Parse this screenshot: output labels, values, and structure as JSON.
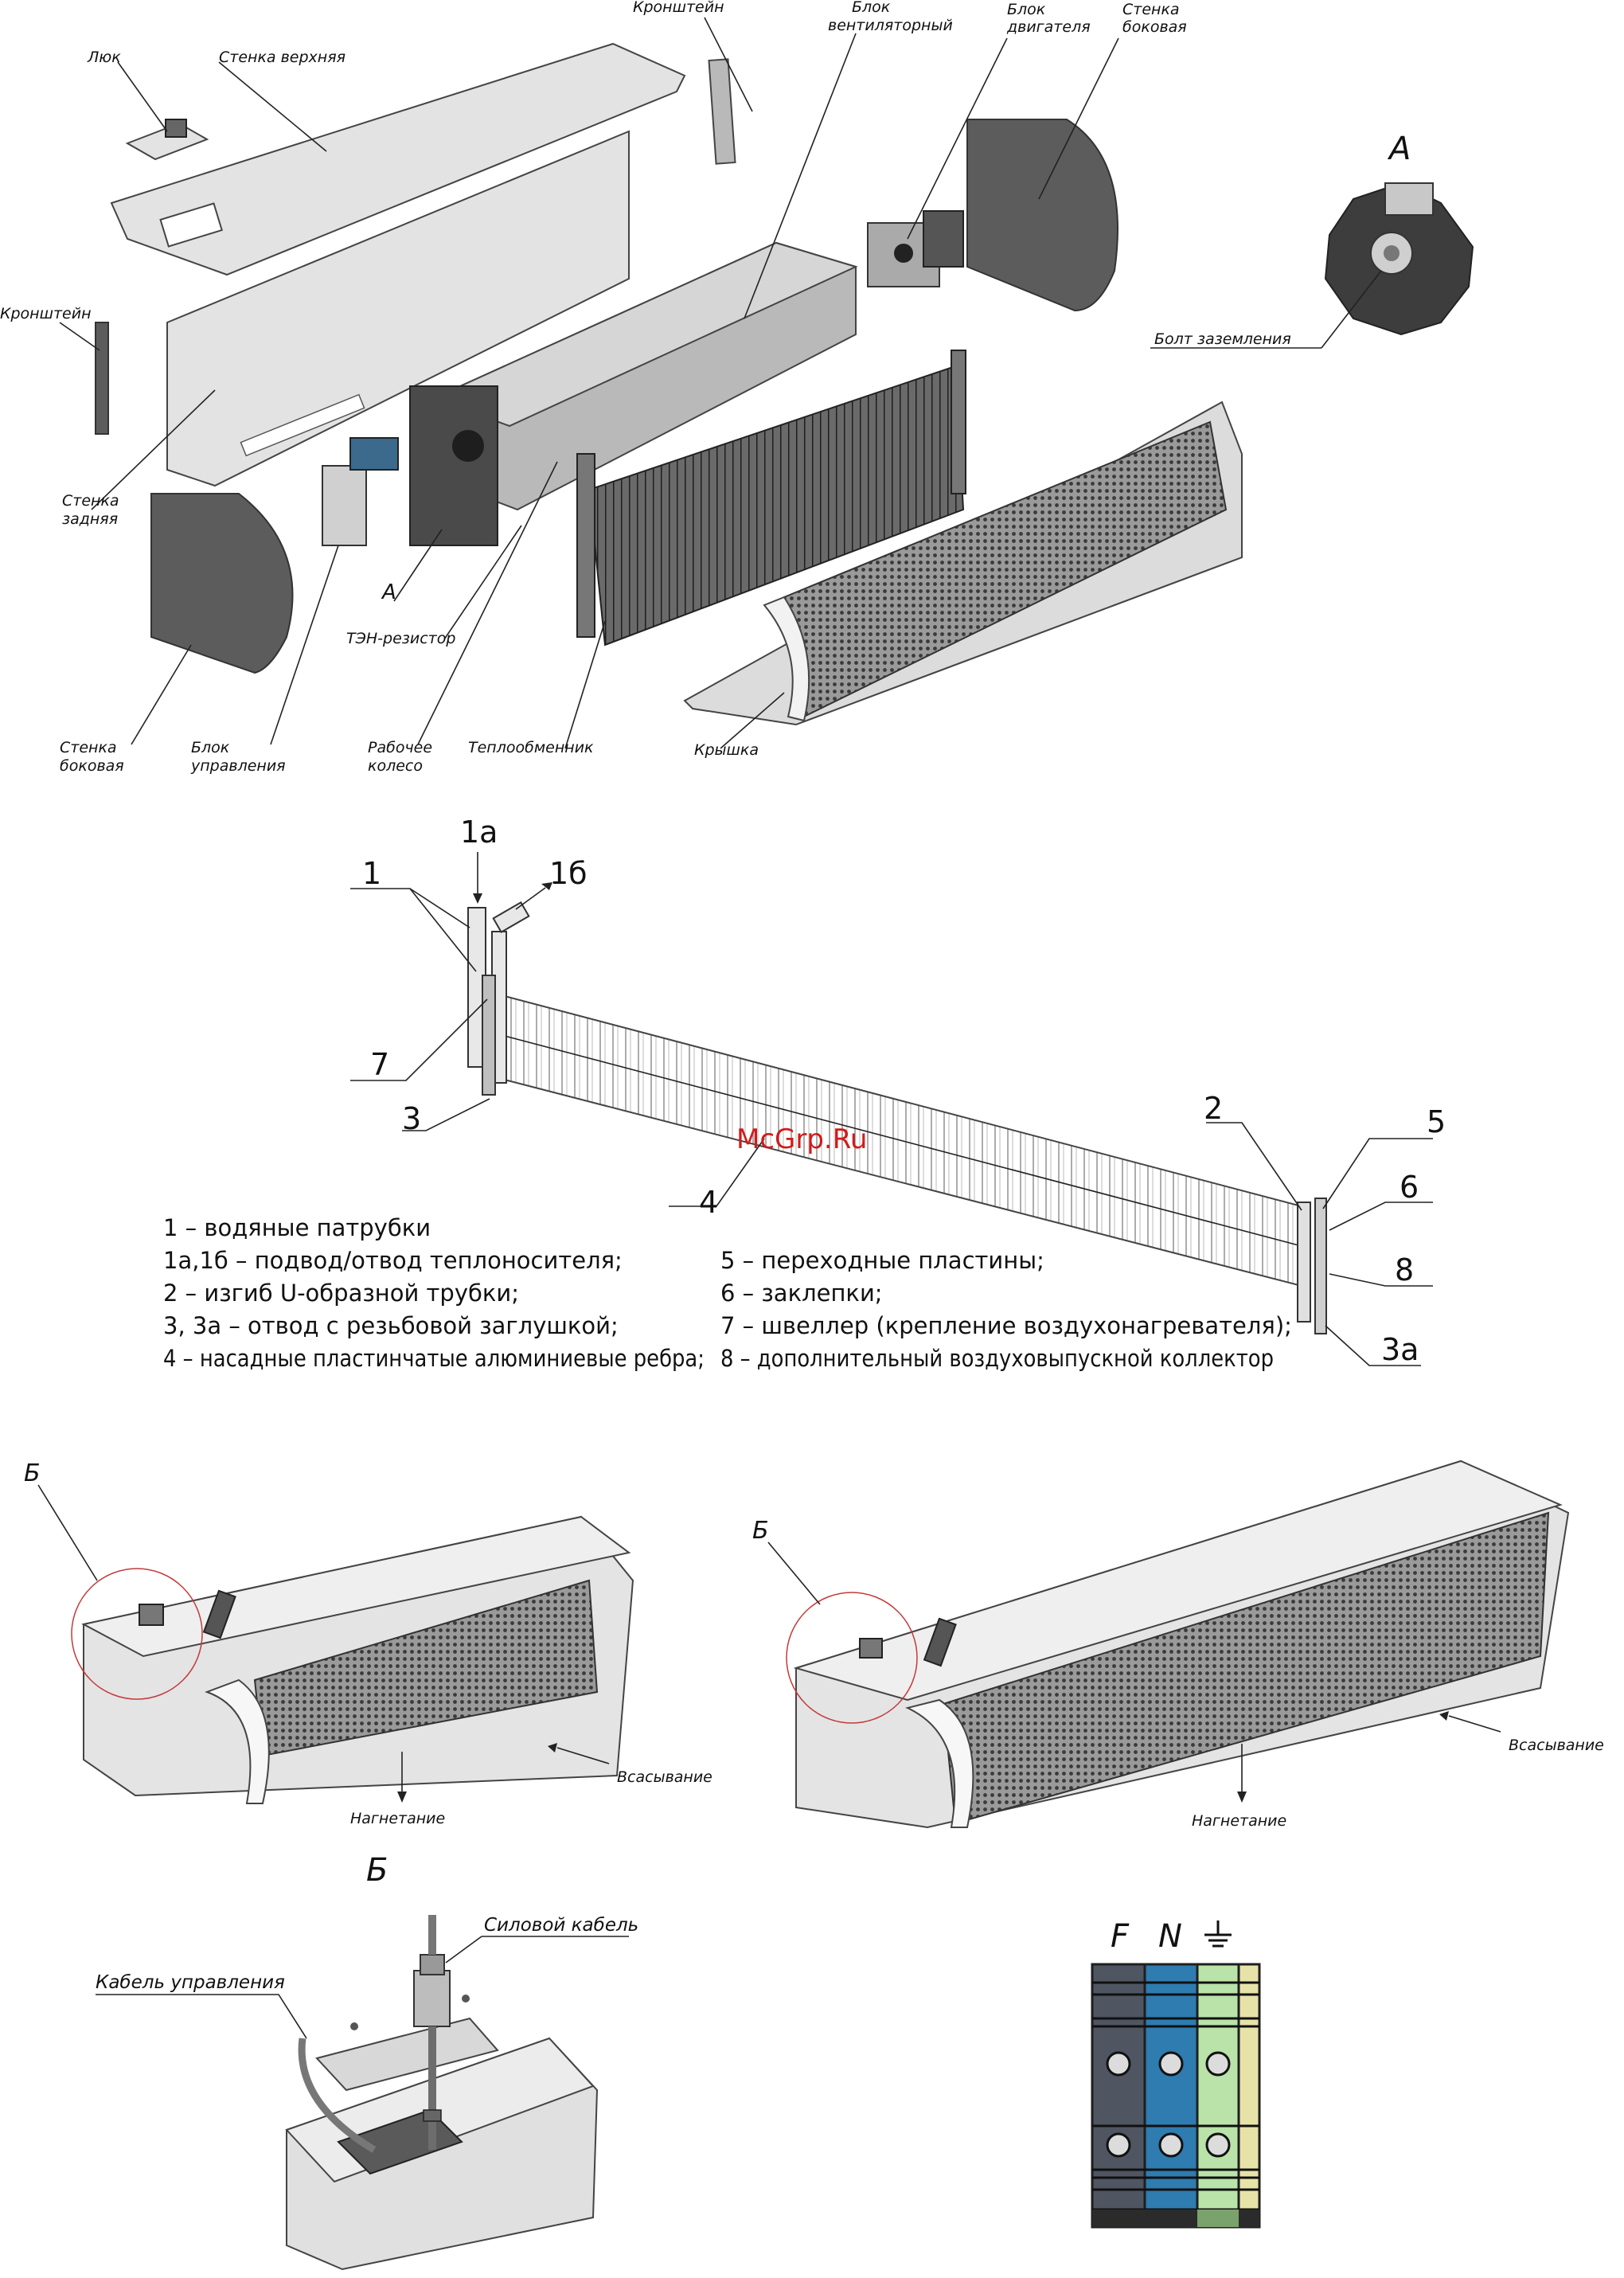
{
  "exploded_view": {
    "labels": {
      "hatch": "Люк",
      "top_wall": "Стенка верхняя",
      "bracket_top": "Кронштейн",
      "fan_block_1": "Блок",
      "fan_block_2": "вентиляторный",
      "motor_block_1": "Блок",
      "motor_block_2": "двигателя",
      "side_wall_r_1": "Стенка",
      "side_wall_r_2": "боковая",
      "bracket_left": "Кронштейн",
      "back_wall_1": "Стенка",
      "back_wall_2": "задняя",
      "a_marker": "А",
      "heater_resistor": "ТЭН-резистор",
      "side_wall_l_1": "Стенка",
      "side_wall_l_2": "боковая",
      "control_block_1": "Блок",
      "control_block_2": "управления",
      "impeller_1": "Рабочее",
      "impeller_2": "колесо",
      "heat_exchanger": "Теплообменник",
      "cover": "Крышка"
    },
    "detail_a": {
      "title": "А",
      "label": "Болт заземления"
    }
  },
  "heat_exchanger_view": {
    "callouts": [
      "1",
      "1а",
      "1б",
      "7",
      "3",
      "4",
      "2",
      "5",
      "6",
      "8",
      "3а"
    ],
    "legend_left": [
      "1 – водяные патрубки",
      "1а,1б – подвод/отвод теплоносителя;",
      "2 – изгиб U-образной трубки;",
      "3, 3а – отвод с резьбовой заглушкой;",
      "4 – насадные пластинчатые алюминиевые ребра;"
    ],
    "legend_right": [
      "5 – переходные пластины;",
      "6 – заклепки;",
      "7 – швеллер (крепление  воздухонагревателя);",
      "8 – дополнительный воздуховыпускной коллектор"
    ],
    "watermark": "McGrp.Ru"
  },
  "assembled_views": [
    {
      "detail_marker": "Б",
      "intake": "Всасывание",
      "discharge": "Нагнетание"
    },
    {
      "detail_marker": "Б",
      "intake": "Всасывание",
      "discharge": "Нагнетание"
    }
  ],
  "detail_b": {
    "title": "Б",
    "power_cable": "Силовой кабель",
    "control_cable": "Кабель управления"
  },
  "terminal_block": {
    "labels": [
      "F",
      "N",
      "⏚"
    ],
    "colors": {
      "phase": "#4f5561",
      "neutral": "#2e7cb0",
      "ground": "#b9e3a8",
      "ground_stripe": "#e7e2a8",
      "frame": "#1f1f1f"
    },
    "icon": "earth-ground-icon"
  }
}
